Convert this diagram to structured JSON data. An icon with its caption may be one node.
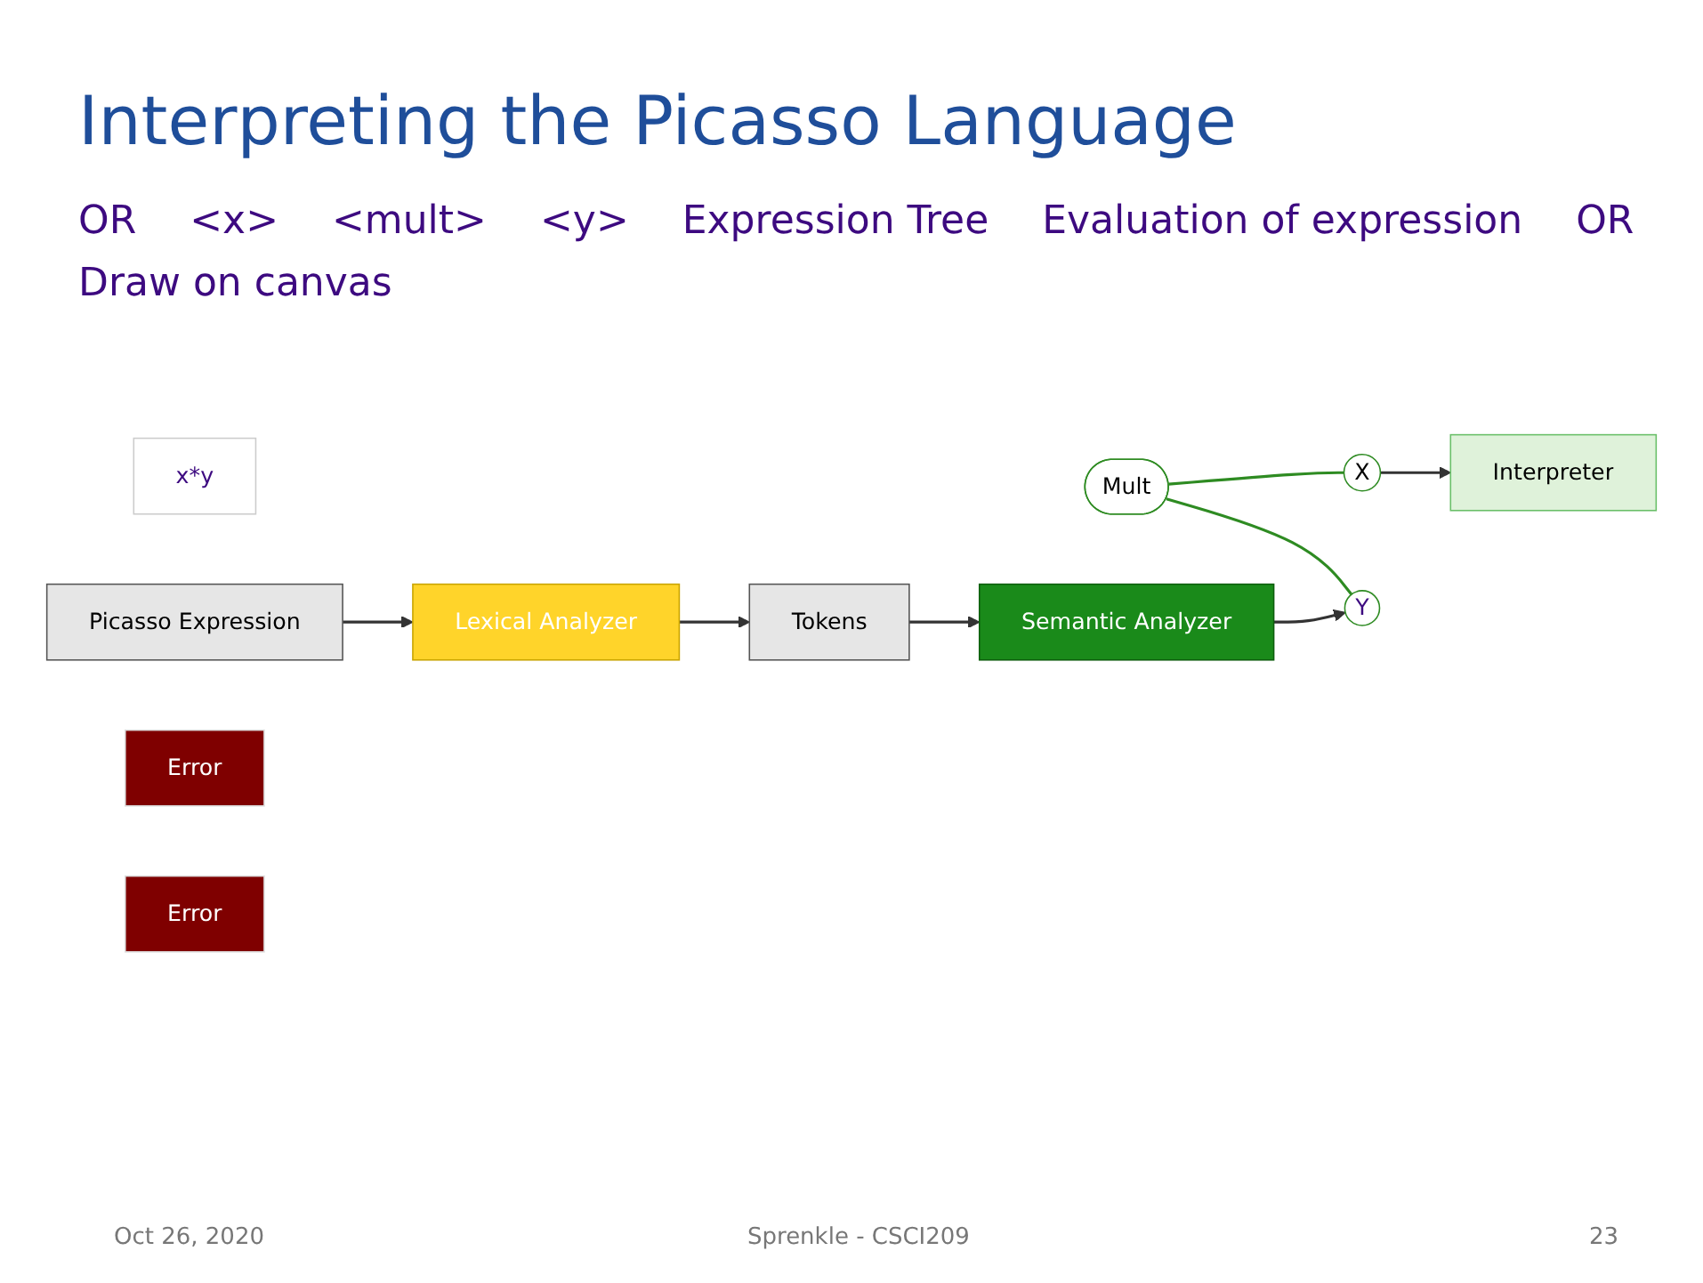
{
  "diagram": {
    "title": "Interpreting the Picasso Language",
    "nodes": [
      {
        "text": [
          "x*y"
        ]
      },
      {
        "text": [
          "Picasso Expression"
        ]
      },
      {
        "text": [
          "Lexical Analyzer"
        ]
      },
      {
        "text": [
          "Error"
        ]
      },
      {
        "text": [
          "Tokens"
        ]
      },
      {
        "text": [
          "Semantic Analyzer"
        ]
      },
      {
        "text": [
          "Mult"
        ]
      },
      {
        "text": [
          "X"
        ]
      },
      {
        "text": [
          "Y"
        ]
      },
      {
        "text": [
          "Error"
        ]
      },
      {
        "text": [
          "Interpreter"
        ]
      }
    ],
    "edges": [
      {
        "from": 1,
        "to": 2,
        "arrow": "to"
      },
      {
        "from": 2,
        "to": 4,
        "arrow": "to"
      },
      {
        "from": 4,
        "to": 5,
        "arrow": "to"
      },
      {
        "from": 5,
        "to": 8,
        "arrow": "to"
      },
      {
        "from": 6,
        "to": 7,
        "arrow": "none",
        "color": "#2e8b22"
      },
      {
        "from": 6,
        "to": 8,
        "arrow": "none",
        "color": "#2e8b22"
      },
      {
        "from": 7,
        "to": 10,
        "arrow": "to"
      }
    ],
    "labels": [
      "OR",
      "<x>",
      "<mult>",
      "<y>",
      "Expression Tree",
      "Evaluation of expression",
      "OR",
      "Draw on canvas",
      "Oct 26, 2020",
      "Sprenkle - CSCI209",
      "23"
    ]
  }
}
